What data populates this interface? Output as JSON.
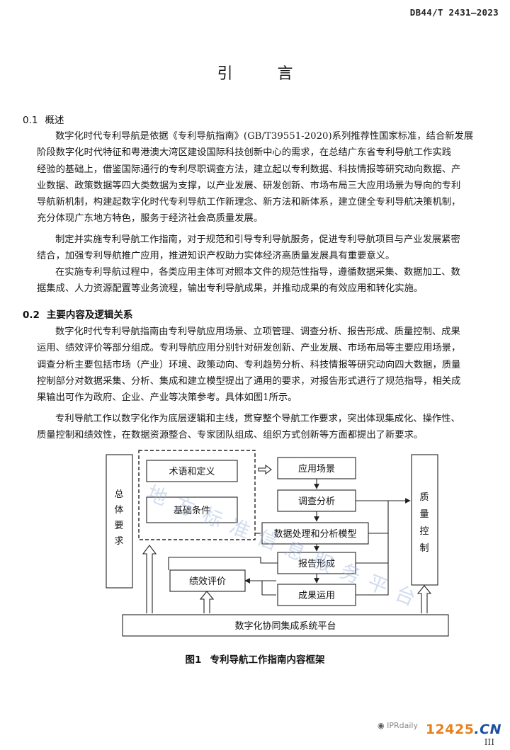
{
  "header": {
    "standard_code": "DB44/T 2431—2023"
  },
  "page_title": "引 言",
  "section1": {
    "number": "0.1",
    "title": "概述",
    "paragraphs": [
      [
        "数字化时代专利导航是依据《专利导航指南》(GB/T39551-2020)系列推荐性国家标准，结合新发展",
        "阶段数字化时代特征和粤港澳大湾区建设国际科技创新中心的需求，在总结广东省专利导航工作实践",
        "经验的基础上，借鉴国际通行的专利尽职调查方法，建立起以专利数据、科技情报等研究动向数据、产",
        "业数据、政策数据等四大类数据为支撑，以产业发展、研发创新、市场布局三大应用场景为导向的专利",
        "导航新机制，构建起数字化时代专利导航工作新理念、新方法和新体系，建立健全专利导航决策机制，",
        "充分体现广东地方特色，服务于经济社会高质量发展。"
      ],
      [
        "制定并实施专利导航工作指南，对于规范和引导专利导航服务，促进专利导航项目与产业发展紧密",
        "结合，加强专利导航推广应用，推进知识产权助力实体经济高质量发展具有重要意义。"
      ],
      [
        "在实施专利导航过程中，各类应用主体可对照本文件的规范性指导，遵循数据采集、数据加工、数",
        "据集成、人力资源配置等业务流程，输出专利导航成果，并推动成果的有效应用和转化实施。"
      ]
    ]
  },
  "section2": {
    "number": "0.2",
    "title": "主要内容及逻辑关系",
    "paragraphs": [
      [
        "数字化时代专利导航指南由专利导航应用场景、立项管理、调查分析、报告形成、质量控制、成果",
        "运用、绩效评价等部分组成。专利导航应用分别针对研发创新、产业发展、市场布局等主要应用场景，",
        "调查分析主要包括市场（产业）环境、政策动向、专利趋势分析、科技情报等研究动向四大数据，质量",
        "控制部分对数据采集、分析、集成和建立模型提出了通用的要求，对报告形式进行了规范指导，相关成",
        "果输出可作为政府、企业、产业等决策参考。具体如图1所示。"
      ],
      [
        "专利导航工作以数字化作为底层逻辑和主线，贯穿整个导航工作要求，突出体现集成化、操作性、",
        "质量控制和绩效性，在数据资源整合、专家团队组成、组织方式创新等方面都提出了新要求。"
      ]
    ]
  },
  "diagram": {
    "overall_requirements": "总体要求",
    "terms": "术语和定义",
    "basic_conditions": "基础条件",
    "application_scenarios": "应用场景",
    "investigation_analysis": "调查分析",
    "data_processing": "数据处理和分析模型",
    "report_formation": "报告形成",
    "performance_evaluation": "绩效评价",
    "results_application": "成果运用",
    "quality_control": "质量控制",
    "platform": "数字化协同集成系统平台",
    "watermark": "地方标准信息服务平台"
  },
  "figure_caption": {
    "label": "图1",
    "text": "专利导航工作指南内容框架"
  },
  "footer": {
    "page_number": "III",
    "site_logo_num": "12425",
    "site_logo_tld": ".CN",
    "wechat_label": "IPRdaily"
  }
}
